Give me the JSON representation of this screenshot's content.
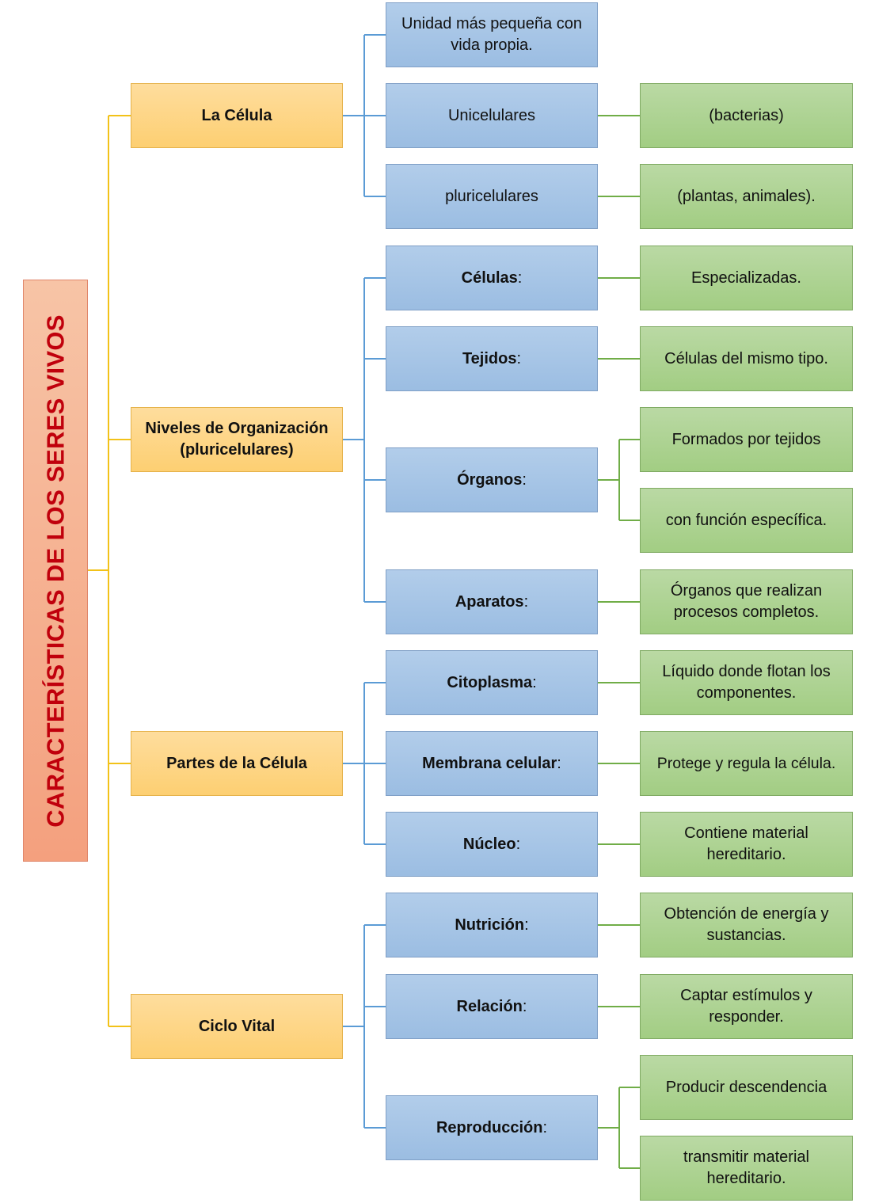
{
  "root": {
    "title": "CARACTERÍSTICAS DE LOS SERES VIVOS"
  },
  "colors": {
    "root_fill": "#f4a07e",
    "root_text": "#c0000c",
    "level1_fill": "#fdcf72",
    "level2_fill": "#9bbde2",
    "level3_fill": "#a2cd83",
    "connector_yellow": "#f2c219",
    "connector_blue": "#5b9bd5",
    "connector_green": "#70ad47"
  },
  "categories": [
    {
      "label": "La Célula",
      "children": [
        {
          "label": "Unidad más pequeña con vida propia."
        },
        {
          "label": "Unicelulares",
          "details": [
            "(bacterias)"
          ]
        },
        {
          "label": "pluricelulares",
          "details": [
            "(plantas, animales)."
          ]
        }
      ]
    },
    {
      "label": "Niveles de Organización (pluricelulares)",
      "children": [
        {
          "label": "Células",
          "suffix": ":",
          "details": [
            "Especializadas."
          ]
        },
        {
          "label": "Tejidos",
          "suffix": ":",
          "details": [
            "Células del mismo tipo."
          ]
        },
        {
          "label": "Órganos",
          "suffix": ":",
          "details": [
            "Formados por tejidos",
            "con función específica."
          ]
        },
        {
          "label": "Aparatos",
          "suffix": ":",
          "details": [
            "Órganos que realizan procesos completos."
          ]
        }
      ]
    },
    {
      "label": "Partes de la Célula",
      "children": [
        {
          "label": "Citoplasma",
          "suffix": ":",
          "details": [
            "Líquido donde flotan los componentes."
          ]
        },
        {
          "label": "Membrana celular",
          "suffix": ":",
          "details": [
            "Protege y regula la célula."
          ]
        },
        {
          "label": "Núcleo",
          "suffix": ":",
          "details": [
            "Contiene material hereditario."
          ]
        }
      ]
    },
    {
      "label": "Ciclo Vital",
      "children": [
        {
          "label": "Nutrición",
          "suffix": ":",
          "details": [
            "Obtención de energía y sustancias."
          ]
        },
        {
          "label": "Relación",
          "suffix": ":",
          "details": [
            "Captar estímulos y responder."
          ]
        },
        {
          "label": "Reproducción",
          "suffix": ":",
          "details": [
            "Producir descendencia",
            "transmitir material hereditario."
          ]
        }
      ]
    }
  ]
}
